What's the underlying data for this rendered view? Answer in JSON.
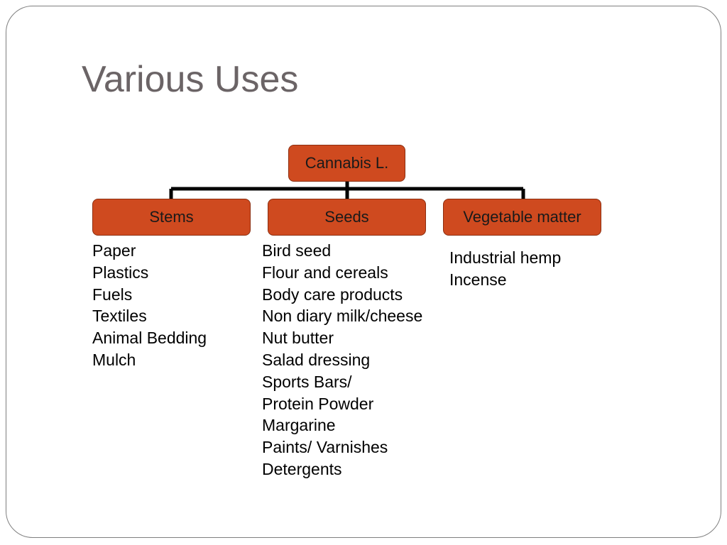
{
  "slide": {
    "title": "Various Uses"
  },
  "diagram": {
    "root": "Cannabis L.",
    "branches": [
      {
        "label": "Stems",
        "uses": [
          "Paper",
          "Plastics",
          "Fuels",
          "Textiles",
          "Animal Bedding",
          "Mulch"
        ]
      },
      {
        "label": "Seeds",
        "uses": [
          "Bird seed",
          "Flour and cereals",
          "Body care products",
          "Non diary milk/cheese",
          "Nut butter",
          "Salad dressing",
          "Sports Bars/",
          "Protein Powder",
          "Margarine",
          "Paints/ Varnishes",
          "Detergents"
        ]
      },
      {
        "label": "Vegetable matter",
        "uses": [
          "Industrial hemp",
          "Incense"
        ]
      }
    ]
  },
  "colors": {
    "node_fill": "#cf4a1f",
    "node_border": "#8c2e10",
    "title_text": "#6b6466",
    "connector": "#000000"
  }
}
